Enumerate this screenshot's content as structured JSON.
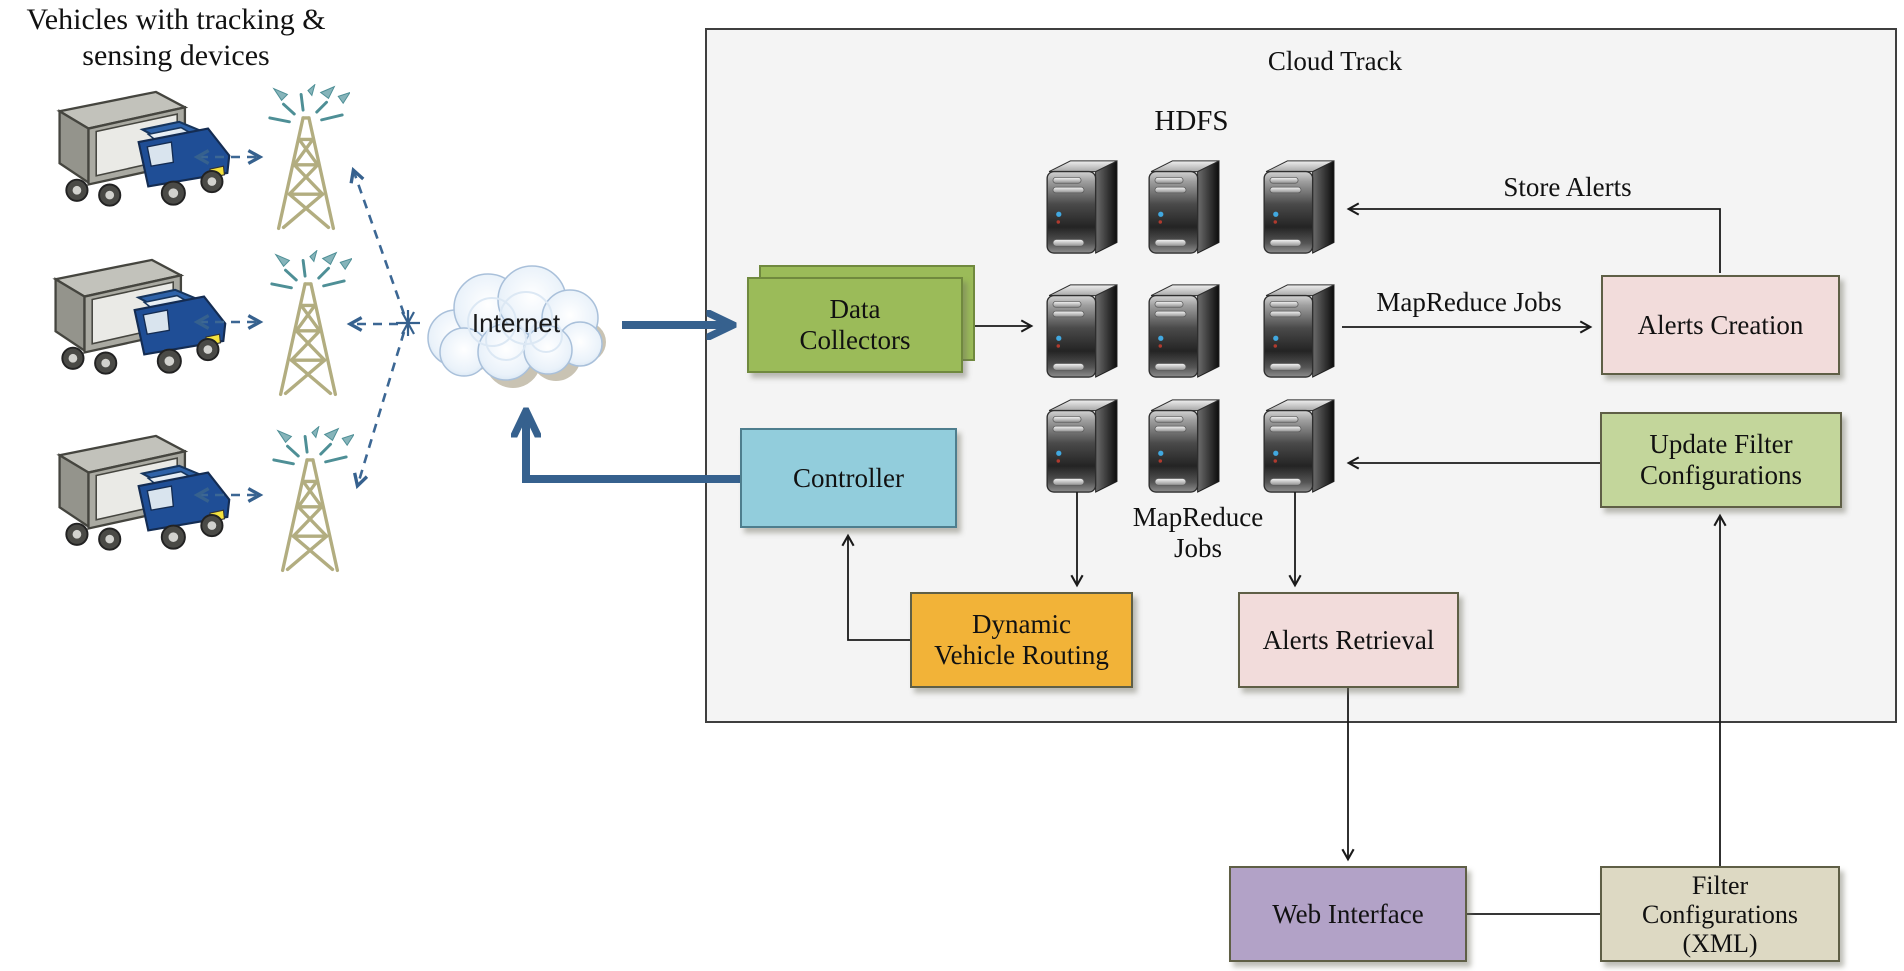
{
  "title": {
    "line1": "Vehicles with tracking &",
    "line2": "sensing devices"
  },
  "internet": {
    "label": "Internet"
  },
  "cloud_track": {
    "title": "Cloud Track",
    "hdfs_label": "HDFS"
  },
  "boxes": {
    "data_collectors": {
      "line1": "Data",
      "line2": "Collectors"
    },
    "controller": {
      "label": "Controller"
    },
    "alerts_creation": {
      "label": "Alerts Creation"
    },
    "update_filter": {
      "line1": "Update Filter",
      "line2": "Configurations"
    },
    "dynamic_vehicle_routing": {
      "line1": "Dynamic",
      "line2": "Vehicle Routing"
    },
    "alerts_retrieval": {
      "label": "Alerts Retrieval"
    },
    "web_interface": {
      "label": "Web Interface"
    },
    "filter_configurations": {
      "line1": "Filter",
      "line2": "Configurations",
      "line3": "(XML)"
    }
  },
  "edge_labels": {
    "store_alerts": "Store Alerts",
    "mapreduce_jobs_to_alerts_creation": "MapReduce Jobs",
    "mapreduce_jobs_vertical": {
      "line1": "MapReduce",
      "line2": "Jobs"
    }
  },
  "icons": {
    "vehicle": "truck-with-blue-cab-icon",
    "tower": "radio-tower-icon",
    "cloud": "internet-cloud-icon",
    "server": "server-icon"
  },
  "counts": {
    "vehicles": 3,
    "towers": 3,
    "hdfs_servers": 9
  },
  "colors": {
    "arrow_blue": "#36618E",
    "dash_blue": "#3C6794",
    "line_black": "#1A1A1A",
    "data_collectors_fill": "#9BBB59",
    "data_collectors_border": "#70893E",
    "controller_fill": "#92CDDC",
    "controller_border": "#4E7E8E",
    "pink_fill": "#F2DCDB",
    "green_fill": "#C3D69B",
    "gold_fill": "#F2B338",
    "purple_fill": "#B2A2C7",
    "beige_fill": "#DDD9C3",
    "box_border": "#5F5F46",
    "cloud_track_bg": "#F4F4F4",
    "cloud_track_border": "#3F3F3F"
  }
}
